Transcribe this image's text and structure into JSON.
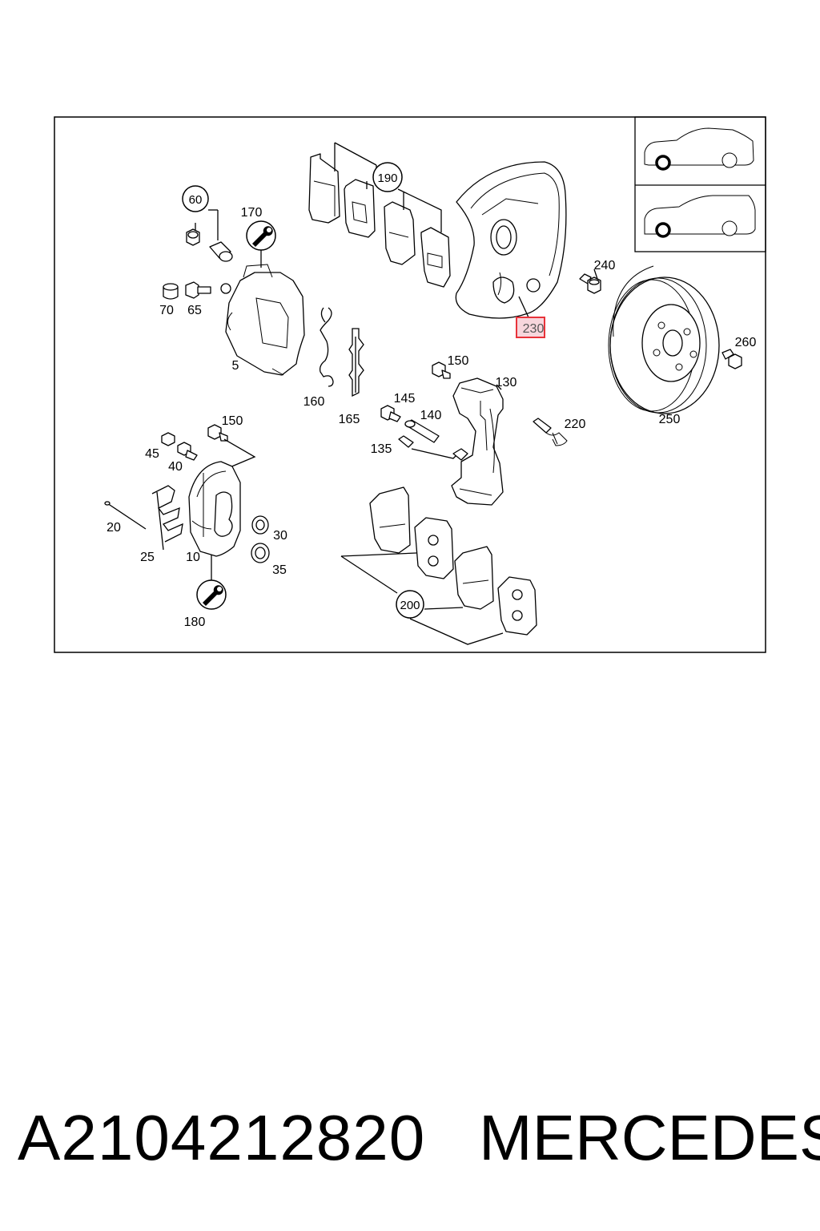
{
  "part_number": "A2104212820",
  "brand": "MERCEDES",
  "highlight": {
    "label": "230",
    "color": "#e8333a",
    "fill": "#f7d6dc"
  },
  "callouts": [
    {
      "id": "c60",
      "label": "60",
      "circled": true
    },
    {
      "id": "c170",
      "label": "170",
      "circled": false
    },
    {
      "id": "c190",
      "label": "190",
      "circled": true
    },
    {
      "id": "c240",
      "label": "240",
      "circled": false
    },
    {
      "id": "c70",
      "label": "70",
      "circled": false
    },
    {
      "id": "c65",
      "label": "65",
      "circled": false
    },
    {
      "id": "c5",
      "label": "5",
      "circled": false
    },
    {
      "id": "c160",
      "label": "160",
      "circled": false
    },
    {
      "id": "c165",
      "label": "165",
      "circled": false
    },
    {
      "id": "c150a",
      "label": "150",
      "circled": false
    },
    {
      "id": "c130",
      "label": "130",
      "circled": false
    },
    {
      "id": "c145",
      "label": "145",
      "circled": false
    },
    {
      "id": "c140",
      "label": "140",
      "circled": false
    },
    {
      "id": "c135",
      "label": "135",
      "circled": false
    },
    {
      "id": "c220",
      "label": "220",
      "circled": false
    },
    {
      "id": "c260",
      "label": "260",
      "circled": false
    },
    {
      "id": "c250",
      "label": "250",
      "circled": false
    },
    {
      "id": "c150b",
      "label": "150",
      "circled": false
    },
    {
      "id": "c45",
      "label": "45",
      "circled": false
    },
    {
      "id": "c40",
      "label": "40",
      "circled": false
    },
    {
      "id": "c20",
      "label": "20",
      "circled": false
    },
    {
      "id": "c25",
      "label": "25",
      "circled": false
    },
    {
      "id": "c10",
      "label": "10",
      "circled": false
    },
    {
      "id": "c30",
      "label": "30",
      "circled": false
    },
    {
      "id": "c35",
      "label": "35",
      "circled": false
    },
    {
      "id": "c180",
      "label": "180",
      "circled": false
    },
    {
      "id": "c200",
      "label": "200",
      "circled": true
    }
  ]
}
